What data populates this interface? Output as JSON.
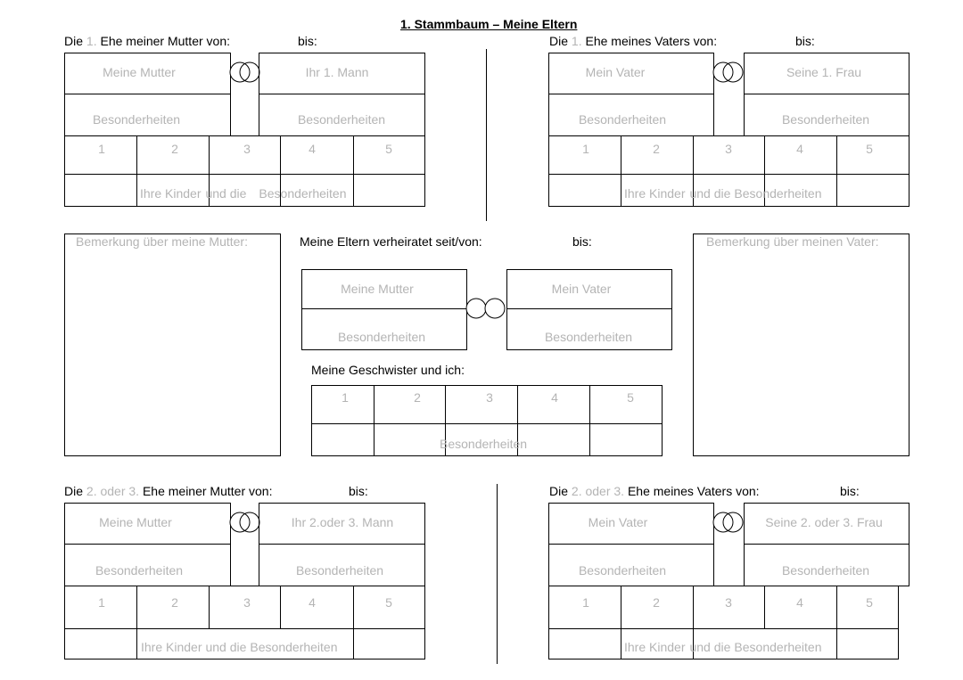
{
  "title": "1. Stammbaum – Meine Eltern",
  "labels": {
    "bis": "bis:",
    "besonderheiten": "Besonderheiten",
    "kinder_pre": "Ihre Kinder",
    "kinder_mid": "und die",
    "kinder_be": "Be",
    "kinder_post": "sonderheiten",
    "geschwister_be": "Be",
    "geschwister_post": "sonderheiten",
    "numbers": [
      "1",
      "2",
      "3",
      "4",
      "5"
    ]
  },
  "top_left": {
    "prefix": "Die",
    "ordinal": "1.",
    "suffix": "Ehe meiner Mutter von:",
    "person_a": "Meine Mutter",
    "person_b": "Ihr 1. Mann"
  },
  "top_right": {
    "prefix": "Die",
    "ordinal": "1.",
    "suffix": "Ehe meines Vaters von:",
    "person_a": "Mein Vater",
    "person_b": "Seine 1. Frau"
  },
  "middle": {
    "note_mother": "Bemerkung über meine Mutter:",
    "note_father": "Bemerkung über meinen Vater:",
    "parents_heading": "Meine Eltern verheiratet seit/von:",
    "person_a": "Meine Mutter",
    "person_b": "Mein Vater",
    "siblings_heading": "Meine Geschwister und ich:"
  },
  "bottom_left": {
    "prefix": "Die",
    "ordinal": "2. oder 3.",
    "suffix": "Ehe meiner Mutter von:",
    "person_a": "Meine Mutter",
    "person_b": "Ihr 2.oder 3. Mann"
  },
  "bottom_right": {
    "prefix": "Die",
    "ordinal": "2. oder 3.",
    "suffix": "Ehe meines Vaters von:",
    "person_a": "Mein Vater",
    "person_b": "Seine 2. oder 3. Frau"
  }
}
